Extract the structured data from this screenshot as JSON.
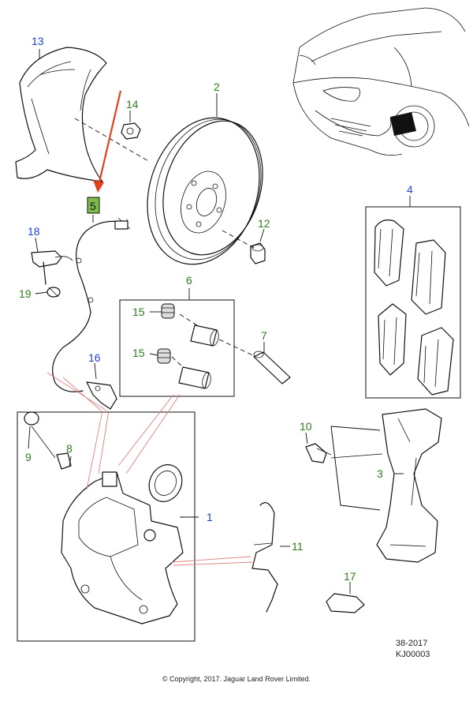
{
  "colors": {
    "blue": "#1f3fd8",
    "green": "#2f7d1e",
    "arrow": "#e0421f",
    "line": "#111111",
    "leader_red": "#e08080"
  },
  "callouts": {
    "c1": "1",
    "c2": "2",
    "c3": "3",
    "c4": "4",
    "c5": "5",
    "c6": "6",
    "c7": "7",
    "c8": "8",
    "c9": "9",
    "c10": "10",
    "c11": "11",
    "c12": "12",
    "c13": "13",
    "c14": "14",
    "c15a": "15",
    "c15b": "15",
    "c16": "16",
    "c17": "17",
    "c18": "18",
    "c19": "19"
  },
  "reference": {
    "line1": "38-2017",
    "line2": "KJ00003"
  },
  "copyright": "© Copyright, 2017. Jaguar Land Rover Limited."
}
